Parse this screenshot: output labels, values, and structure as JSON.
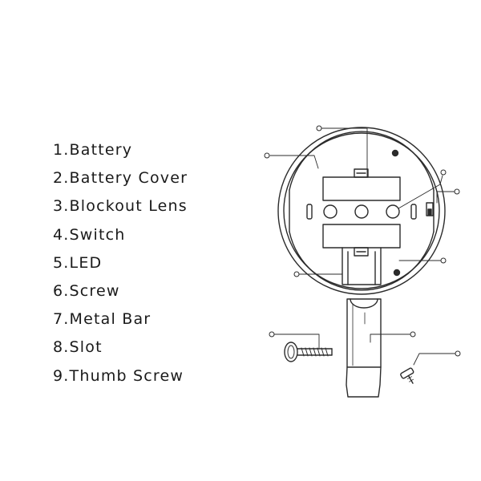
{
  "legend": [
    "1.Battery",
    "2.Battery Cover",
    "3.Blockout Lens",
    "4.Switch",
    "5.LED",
    "6.Screw",
    "7.Metal Bar",
    "8.Slot",
    "9.Thumb Screw"
  ],
  "colors": {
    "line": "#2b2b2b",
    "background": "#ffffff"
  }
}
